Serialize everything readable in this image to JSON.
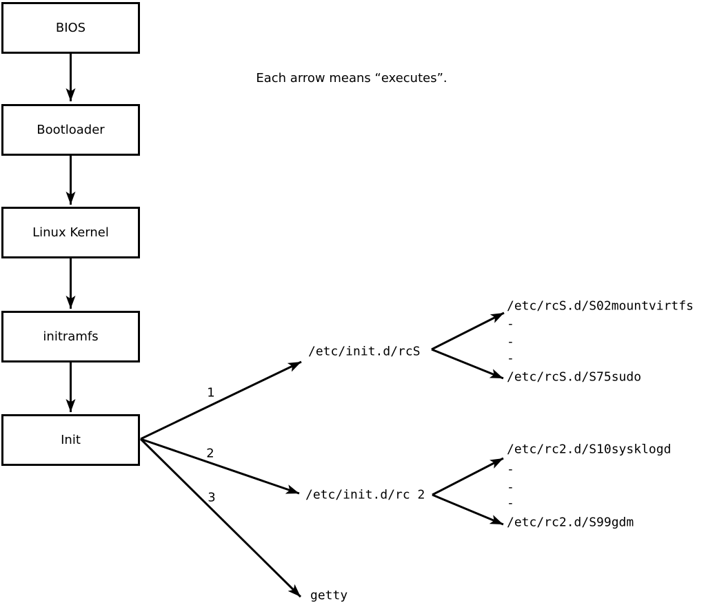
{
  "diagram": {
    "caption": "Each arrow means “executes”.",
    "boot_chain": [
      "BIOS",
      "Bootloader",
      "Linux Kernel",
      "initramfs",
      "Init"
    ],
    "init_arrows": [
      {
        "label": "1",
        "target": "/etc/init.d/rcS"
      },
      {
        "label": "2",
        "target": "/etc/init.d/rc 2"
      },
      {
        "label": "3",
        "target": "getty"
      }
    ],
    "rcS_scripts": {
      "first": "/etc/rcS.d/S02mountvirtfs",
      "ellipsis": [
        "-",
        "-",
        "-"
      ],
      "last": "/etc/rcS.d/S75sudo"
    },
    "rc2_scripts": {
      "first": "/etc/rc2.d/S10sysklogd",
      "ellipsis": [
        "-",
        "-",
        "-"
      ],
      "last": "/etc/rc2.d/S99gdm"
    },
    "colors": {
      "line": "#000000",
      "background": "#ffffff"
    }
  }
}
